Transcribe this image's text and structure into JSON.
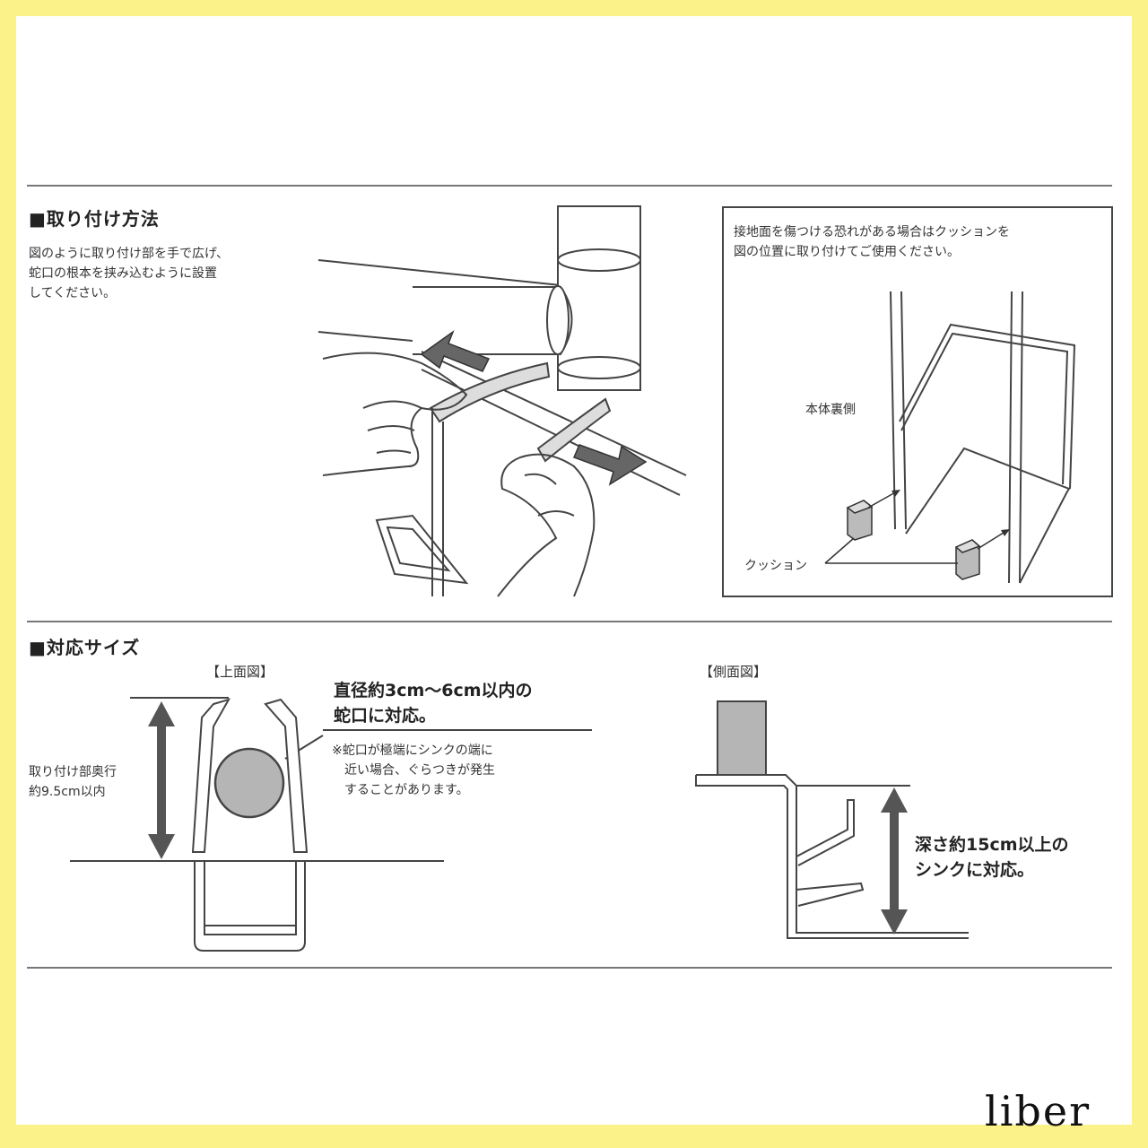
{
  "section_install": {
    "heading": "■取り付け方法",
    "instructions": "図のように取り付け部を手で広げ、\n蛇口の根本を挟み込むように設置\nしてください。"
  },
  "cushion_panel": {
    "note": "接地面を傷つける恐れがある場合はクッションを\n図の位置に取り付けてご使用ください。",
    "label_back": "本体裏側",
    "label_cushion": "クッション"
  },
  "section_size": {
    "heading": "■対応サイズ",
    "top_view_label": "【上面図】",
    "side_view_label": "【側面図】",
    "depth_note": "取り付け部奥行\n約9.5cm以内",
    "diameter_note": "直径約3cm～6cm以内の\n蛇口に対応。",
    "caution": "※蛇口が極端にシンクの端に\n　近い場合、ぐらつきが発生\n　することがあります。",
    "sink_depth_note": "深さ約15cm以上の\nシンクに対応。"
  },
  "watermark": "liber",
  "colors": {
    "background": "#fbf28a",
    "canvas": "#ffffff",
    "line": "#444444",
    "faucet_fill": "#b5b5b5"
  }
}
